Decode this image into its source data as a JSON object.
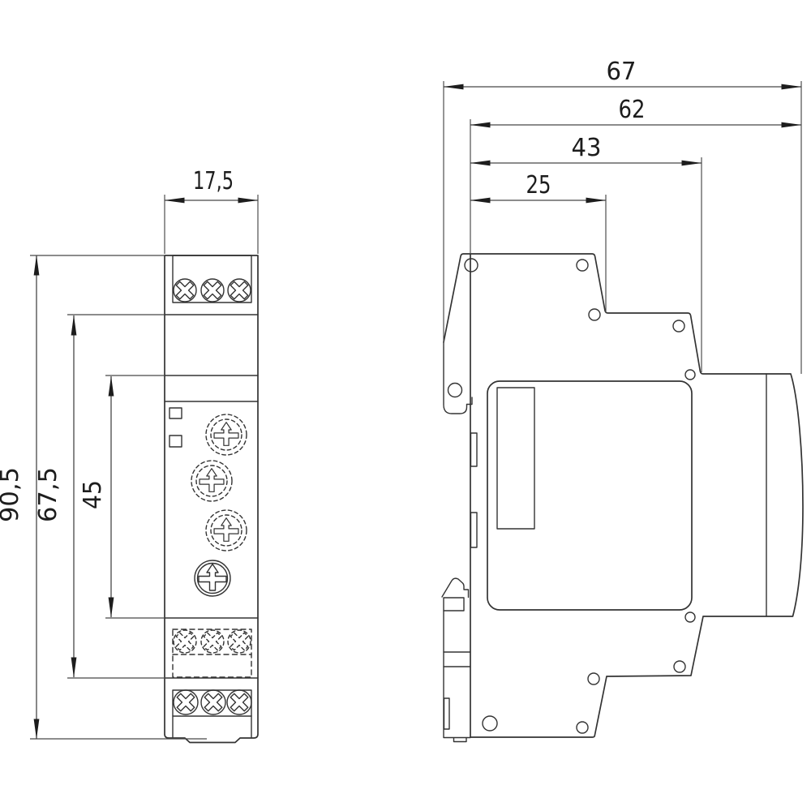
{
  "drawing": {
    "type": "technical-dimension-drawing",
    "background_color": "#ffffff",
    "outline_color": "#333333",
    "dimension_color": "#474747",
    "views": {
      "front": {
        "dims": {
          "width": "17,5",
          "height_overall": "90,5",
          "height_upper": "67,5",
          "height_panel": "45"
        }
      },
      "side": {
        "dims": {
          "depth_overall": "67",
          "depth_body": "62",
          "depth_mid": "43",
          "depth_front": "25"
        }
      }
    }
  }
}
